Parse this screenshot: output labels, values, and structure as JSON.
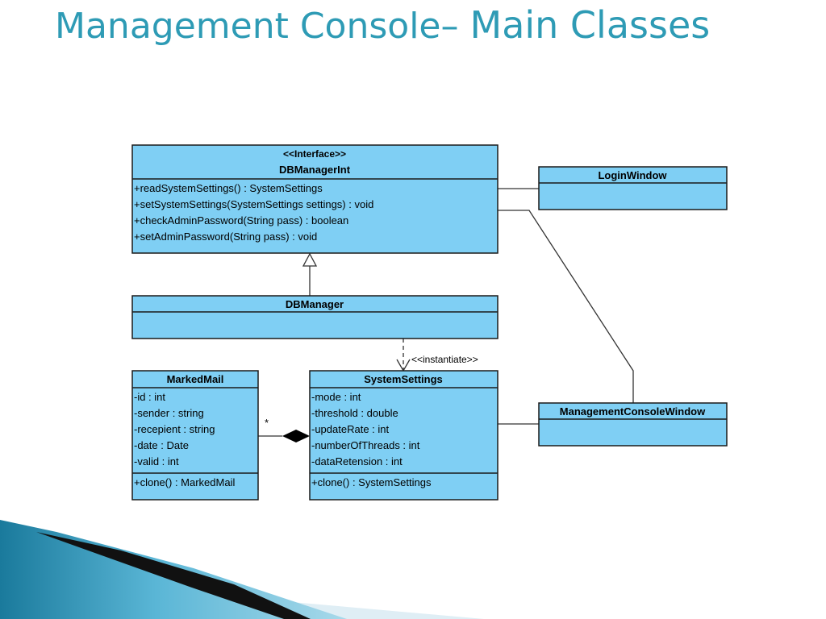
{
  "slide": {
    "title_part1": "Management Console–",
    "title_part2": "Main Classes"
  },
  "classes": {
    "dbmanagerint": {
      "stereotype": "<<Interface>>",
      "name": "DBManagerInt",
      "methods": [
        "+readSystemSettings() : SystemSettings",
        "+setSystemSettings(SystemSettings settings) : void",
        "+checkAdminPassword(String pass) : boolean",
        "+setAdminPassword(String pass) : void"
      ]
    },
    "loginwindow": {
      "name": "LoginWindow"
    },
    "dbmanager": {
      "name": "DBManager"
    },
    "markedmail": {
      "name": "MarkedMail",
      "attributes": [
        "-id : int",
        "-sender : string",
        "-recepient : string",
        "-date : Date",
        "-valid : int"
      ],
      "methods": [
        "+clone() : MarkedMail"
      ]
    },
    "systemsettings": {
      "name": "SystemSettings",
      "attributes": [
        "-mode : int",
        "-threshold : double",
        "-updateRate : int",
        "-numberOfThreads : int",
        "-dataRetension : int"
      ],
      "methods": [
        "+clone() : SystemSettings"
      ]
    },
    "managementconsolewindow": {
      "name": "ManagementConsoleWindow"
    }
  },
  "relations": {
    "instantiate_label": "<<instantiate>>",
    "composition_multiplicity": "*"
  },
  "colors": {
    "title": "#2e9bb5",
    "class_fill": "#7fcff4"
  }
}
